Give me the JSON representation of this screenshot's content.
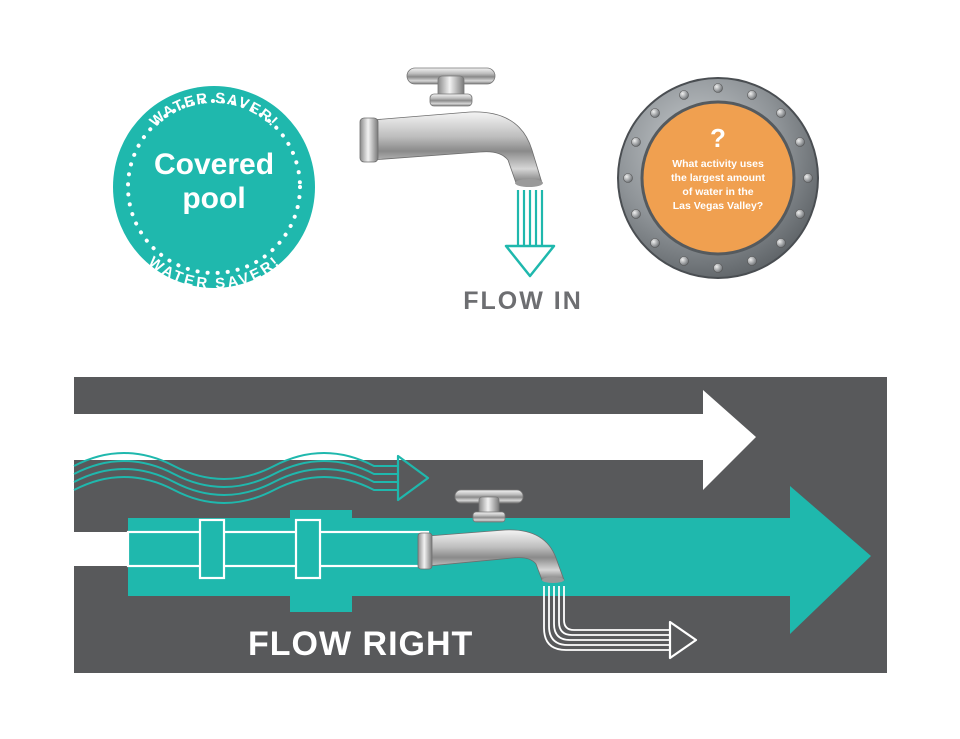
{
  "badge": {
    "arc_top": "WATER SAVER!",
    "arc_bottom": "WATER SAVER!",
    "line1": "Covered",
    "line2": "pool"
  },
  "flow_in": {
    "label": "FLOW IN"
  },
  "porthole": {
    "symbol": "?",
    "question_lines": [
      "What activity uses",
      "the largest amount",
      "of water in the",
      "Las Vegas Valley?"
    ]
  },
  "flow_right": {
    "label": "FLOW RIGHT"
  },
  "colors": {
    "teal": "#1fb8ad",
    "dark_gray": "#58595b",
    "orange": "#f0a050",
    "label_gray": "#6d6e71",
    "white": "#ffffff"
  },
  "icons": [
    "faucet-icon",
    "arrow-icon",
    "wave-icon",
    "pipe-icon",
    "porthole-icon"
  ]
}
